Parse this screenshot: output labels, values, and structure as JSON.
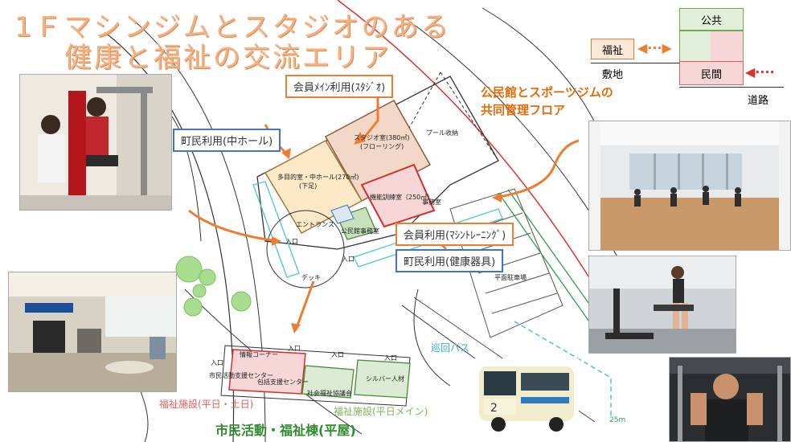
{
  "title": {
    "line1": "1Ｆマシンジムとスタジオのある",
    "line2": "健康と福祉の交流エリア"
  },
  "callouts": {
    "member_studio": "会員ﾒｲﾝ利用(ｽﾀｼﾞｵ)",
    "town_hall": "町民利用(中ホール)",
    "member_machine": "会員利用(ﾏｼﾝﾄﾚｰﾆﾝｸﾞ)",
    "town_equipment": "町民利用(健康器具)"
  },
  "joint_floor": {
    "line1": "公民館とスポーツジムの",
    "line2": "共同管理フロア"
  },
  "legend": {
    "public": "公共",
    "welfare": "福祉",
    "private": "民間",
    "site": "敷地",
    "road": "道路"
  },
  "plan_labels": {
    "studio": "スタジオ室(380㎡)",
    "studio_floor": "(フローリング)",
    "multi_hall": "多目的室・中ホール(270㎡)",
    "multi_floor": "(下足)",
    "training": "機能訓練室（250㎡）",
    "entrance": "エントランス",
    "office": "公民館事務室",
    "staff": "事務室",
    "entry": "入口",
    "deck": "デッキ",
    "pool": "プール收納",
    "parking": "平面駐車場",
    "welfare_info": "情報コーナー",
    "citizen_center": "市民活動支援センター",
    "life_support": "包括支援センター",
    "social_council": "社会福祉協議会",
    "silver": "シルバー人材"
  },
  "welfare_notes": {
    "weekend": "福祉施設(平日・土日)",
    "weekday": "福祉施設(平日メイン)"
  },
  "bus_label": "巡回バス",
  "building_caption": "市民活動・福祉棟(平屋)",
  "scale_label": "25m",
  "colors": {
    "orange": "#ed7d31",
    "blue": "#4472c4",
    "green": "#70ad47",
    "red": "#e06060",
    "title": "#f4b183"
  }
}
